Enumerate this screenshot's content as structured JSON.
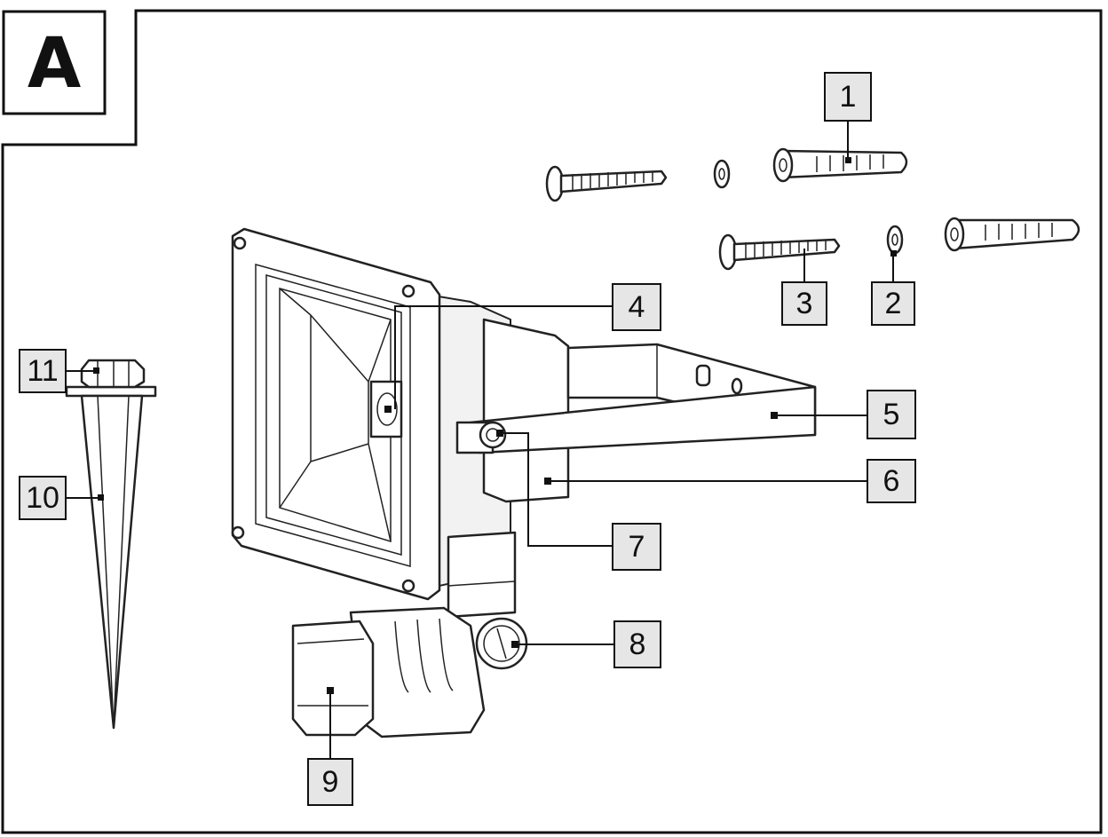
{
  "figure": {
    "panel_letter": "A",
    "callouts": [
      {
        "id": "1",
        "label": "1"
      },
      {
        "id": "2",
        "label": "2"
      },
      {
        "id": "3",
        "label": "3"
      },
      {
        "id": "4",
        "label": "4"
      },
      {
        "id": "5",
        "label": "5"
      },
      {
        "id": "6",
        "label": "6"
      },
      {
        "id": "7",
        "label": "7"
      },
      {
        "id": "8",
        "label": "8"
      },
      {
        "id": "9",
        "label": "9"
      },
      {
        "id": "10",
        "label": "10"
      },
      {
        "id": "11",
        "label": "11"
      }
    ]
  },
  "colors": {
    "line": "#111111",
    "label_box": "#e6e6e6",
    "background": "#ffffff"
  }
}
